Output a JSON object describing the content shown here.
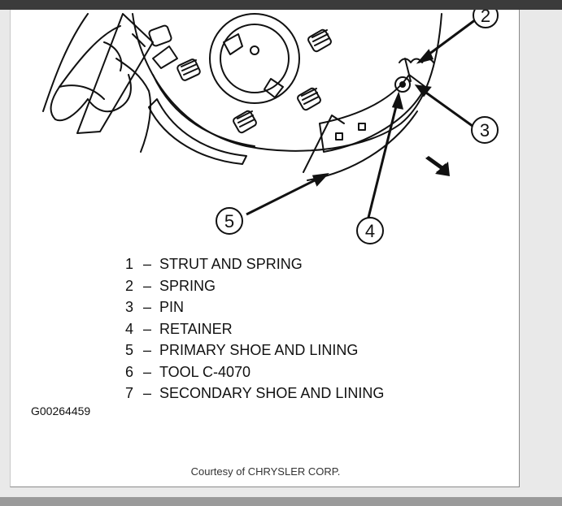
{
  "legend": [
    {
      "num": "1",
      "label": "STRUT AND SPRING"
    },
    {
      "num": "2",
      "label": "SPRING"
    },
    {
      "num": "3",
      "label": "PIN"
    },
    {
      "num": "4",
      "label": "RETAINER"
    },
    {
      "num": "5",
      "label": "PRIMARY SHOE AND LINING"
    },
    {
      "num": "6",
      "label": "TOOL C-4070"
    },
    {
      "num": "7",
      "label": "SECONDARY SHOE AND LINING"
    }
  ],
  "legend_dash": "–",
  "figure_code": "G00264459",
  "credit": "Courtesy of CHRYSLER CORP.",
  "callouts": {
    "c2": "2",
    "c3": "3",
    "c4": "4",
    "c5": "5"
  }
}
